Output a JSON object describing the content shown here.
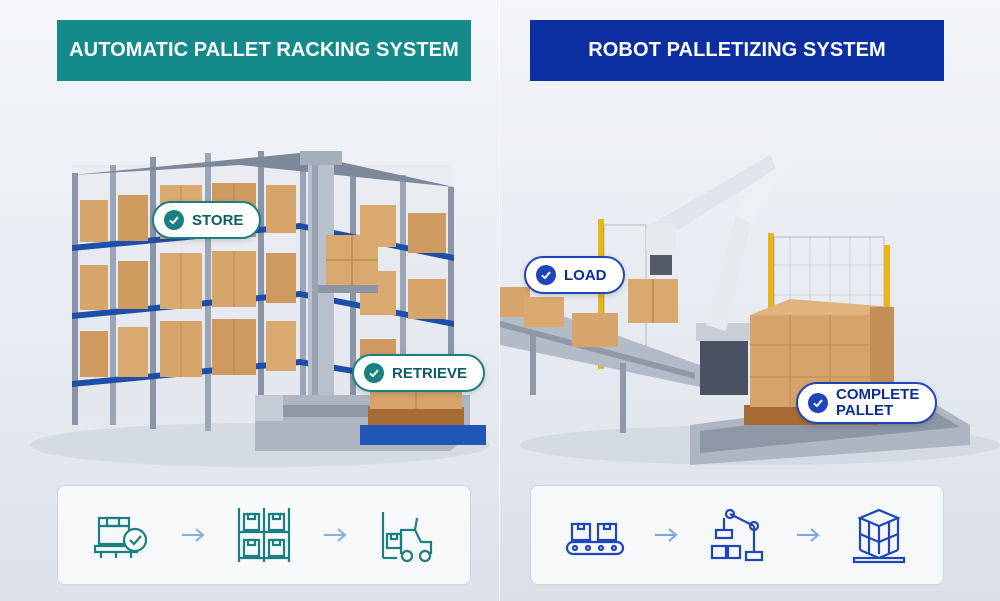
{
  "left_panel": {
    "title": "AUTOMATIC PALLET RACKING SYSTEM",
    "badges": {
      "store": "STORE",
      "retrieve": "RETRIEVE"
    },
    "process_icons": [
      "pallet-box-check-icon",
      "arrow-right-icon",
      "racking-shelves-icon",
      "arrow-right-icon",
      "forklift-icon"
    ]
  },
  "right_panel": {
    "title": "ROBOT PALLETIZING SYSTEM",
    "badges": {
      "load": "LOAD",
      "complete_line1": "COMPLETE",
      "complete_line2": "PALLET"
    },
    "process_icons": [
      "conveyor-boxes-icon",
      "arrow-right-icon",
      "robot-arm-icon",
      "arrow-right-icon",
      "stacked-pallet-icon"
    ]
  },
  "colors": {
    "left_accent": "#148a8b",
    "right_accent": "#0b2fa0",
    "box": "#d7a46b",
    "rack_blue": "#1e4fa8",
    "icon_left": "#1a7f80",
    "icon_right": "#1f46b8"
  }
}
